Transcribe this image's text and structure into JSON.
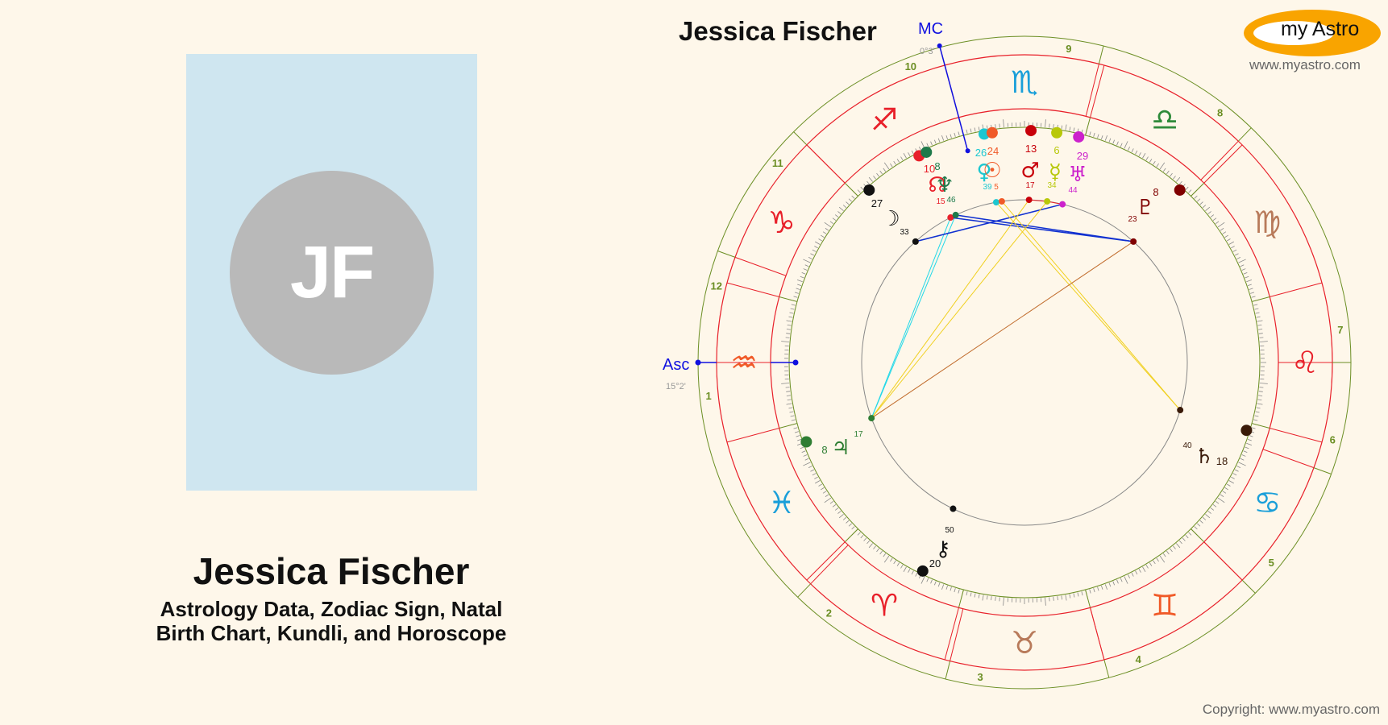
{
  "profile": {
    "initials": "JF",
    "name": "Jessica Fischer",
    "subtitle_line1": "Astrology Data, Zodiac Sign, Natal",
    "subtitle_line2": "Birth Chart, Kundli, and Horoscope",
    "avatar_bg": "#cfe6f0",
    "avatar_circle": "#b9b9b9"
  },
  "header": {
    "chart_title": "Jessica Fischer",
    "logo_text": "my Astro",
    "logo_url": "www.myastro.com",
    "logo_color": "#f9a400"
  },
  "footer": {
    "copyright": "Copyright: www.myastro.com"
  },
  "chart_data": {
    "type": "radial-natal-chart",
    "title": "Jessica Fischer",
    "center": [
      1271,
      450
    ],
    "radii": {
      "outer_house_ring": 405,
      "zodiac_outer": 382,
      "zodiac_inner": 315,
      "degree_ring": 292,
      "aspect_circle": 202
    },
    "angles": {
      "asc": {
        "label": "Asc",
        "position": "15°2'",
        "sign": "Aquarius",
        "screen_angle": 180
      },
      "mc": {
        "label": "MC",
        "position": "0°3'",
        "sign": "Sagittarius",
        "screen_angle": 105
      }
    },
    "signs": [
      {
        "name": "Aries",
        "glyph": "♈",
        "color": "#e8202a",
        "screen_angle": 240
      },
      {
        "name": "Taurus",
        "glyph": "♉",
        "color": "#b87a5a",
        "screen_angle": 270
      },
      {
        "name": "Gemini",
        "glyph": "♊",
        "color": "#f05a28",
        "screen_angle": 300
      },
      {
        "name": "Cancer",
        "glyph": "♋",
        "color": "#1a9fd9",
        "screen_angle": 330
      },
      {
        "name": "Leo",
        "glyph": "♌",
        "color": "#e8202a",
        "screen_angle": 0
      },
      {
        "name": "Virgo",
        "glyph": "♍",
        "color": "#b87a5a",
        "screen_angle": 30
      },
      {
        "name": "Libra",
        "glyph": "♎",
        "color": "#2e8b3a",
        "screen_angle": 60
      },
      {
        "name": "Scorpio",
        "glyph": "♏",
        "color": "#1a9fd9",
        "screen_angle": 90
      },
      {
        "name": "Sagittarius",
        "glyph": "♐",
        "color": "#e8202a",
        "screen_angle": 120
      },
      {
        "name": "Capricorn",
        "glyph": "♑",
        "color": "#e8202a",
        "screen_angle": 150
      },
      {
        "name": "Aquarius",
        "glyph": "♒",
        "color": "#f05a28",
        "screen_angle": 180
      },
      {
        "name": "Pisces",
        "glyph": "♓",
        "color": "#1a9fd9",
        "screen_angle": 210
      }
    ],
    "houses": [
      {
        "number": "1",
        "cusp_angle": 180
      },
      {
        "number": "2",
        "cusp_angle": 226
      },
      {
        "number": "3",
        "cusp_angle": 256
      },
      {
        "number": "4",
        "cusp_angle": 285
      },
      {
        "number": "5",
        "cusp_angle": 315
      },
      {
        "number": "6",
        "cusp_angle": 340
      },
      {
        "number": "7",
        "cusp_angle": 0
      },
      {
        "number": "8",
        "cusp_angle": 46
      },
      {
        "number": "9",
        "cusp_angle": 76
      },
      {
        "number": "10",
        "cusp_angle": 105
      },
      {
        "number": "11",
        "cusp_angle": 135
      },
      {
        "number": "12",
        "cusp_angle": 160
      }
    ],
    "planets": [
      {
        "name": "Moon",
        "glyph": "☽",
        "degree": "27",
        "minutes": "33",
        "color": "#111111",
        "dot_angle": 132,
        "glyph_pos": [
          1105,
          270
        ],
        "deg_pos": [
          1088,
          252
        ],
        "min_pos": [
          1122,
          287
        ]
      },
      {
        "name": "North Node",
        "glyph": "☊",
        "degree": "10",
        "minutes": "15",
        "color": "#e8202a",
        "dot_angle": 117,
        "glyph_pos": [
          1163,
          228
        ],
        "deg_pos": [
          1153,
          209
        ],
        "min_pos": [
          1167,
          249
        ]
      },
      {
        "name": "Neptune",
        "glyph": "♆",
        "degree": "8",
        "minutes": "46",
        "color": "#1e7a4a",
        "dot_angle": 115,
        "glyph_pos": [
          1172,
          228
        ],
        "deg_pos": [
          1163,
          206
        ],
        "min_pos": [
          1180,
          247
        ]
      },
      {
        "name": "Venus",
        "glyph": "♀",
        "degree": "26",
        "minutes": "39",
        "color": "#1cc7d0",
        "dot_angle": 100,
        "glyph_pos": [
          1221,
          212
        ],
        "deg_pos": [
          1217,
          189
        ],
        "min_pos": [
          1225,
          231
        ]
      },
      {
        "name": "Sun",
        "glyph": "☉",
        "degree": "24",
        "minutes": "5",
        "color": "#f05a28",
        "dot_angle": 98,
        "glyph_pos": [
          1231,
          210
        ],
        "deg_pos": [
          1232,
          187
        ],
        "min_pos": [
          1236,
          231
        ]
      },
      {
        "name": "Mars",
        "glyph": "♂",
        "degree": "13",
        "minutes": "17",
        "color": "#c8000a",
        "dot_angle": 88.4,
        "glyph_pos": [
          1278,
          210
        ],
        "deg_pos": [
          1279,
          184
        ],
        "min_pos": [
          1278,
          229
        ]
      },
      {
        "name": "Mercury",
        "glyph": "☿",
        "degree": "6",
        "minutes": "34",
        "color": "#b8c80a",
        "dot_angle": 82,
        "glyph_pos": [
          1309,
          212
        ],
        "deg_pos": [
          1311,
          186
        ],
        "min_pos": [
          1305,
          229
        ]
      },
      {
        "name": "Uranus",
        "glyph": "♅",
        "degree": "29",
        "minutes": "44",
        "color": "#cc22cc",
        "dot_angle": 76.5,
        "glyph_pos": [
          1337,
          215
        ],
        "deg_pos": [
          1343,
          193
        ],
        "min_pos": [
          1331,
          235
        ]
      },
      {
        "name": "Pluto",
        "glyph": "♇",
        "degree": "8",
        "minutes": "23",
        "color": "#800000",
        "dot_angle": 48,
        "glyph_pos": [
          1421,
          256
        ],
        "deg_pos": [
          1434,
          238
        ],
        "min_pos": [
          1405,
          271
        ]
      },
      {
        "name": "Saturn",
        "glyph": "♄",
        "degree": "18",
        "minutes": "40",
        "color": "#3a1a08",
        "dot_angle": 343,
        "glyph_pos": [
          1494,
          565
        ],
        "deg_pos": [
          1516,
          572
        ],
        "min_pos": [
          1473,
          552
        ]
      },
      {
        "name": "Chiron",
        "glyph": "⚷",
        "degree": "20",
        "minutes": "50",
        "color": "#111111",
        "dot_angle": 244,
        "glyph_pos": [
          1170,
          680
        ],
        "deg_pos": [
          1160,
          699
        ],
        "min_pos": [
          1178,
          657
        ]
      },
      {
        "name": "Jupiter",
        "glyph": "♃",
        "degree": "8",
        "minutes": "17",
        "color": "#2e7d32",
        "dot_angle": 200,
        "glyph_pos": [
          1043,
          554
        ],
        "deg_pos": [
          1023,
          558
        ],
        "min_pos": [
          1065,
          538
        ]
      }
    ],
    "aspects": [
      {
        "from": "North Node",
        "to": "Jupiter",
        "type": "square",
        "color": "#22d8e8"
      },
      {
        "from": "Neptune",
        "to": "Jupiter",
        "type": "square",
        "color": "#22d8e8"
      },
      {
        "from": "Moon",
        "to": "Uranus",
        "type": "sextile",
        "color": "#1030d0"
      },
      {
        "from": "North Node",
        "to": "Pluto",
        "type": "sextile",
        "color": "#1030d0"
      },
      {
        "from": "Neptune",
        "to": "Pluto",
        "type": "sextile",
        "color": "#1030d0"
      },
      {
        "from": "Mars",
        "to": "Jupiter",
        "type": "trine",
        "color": "#f0d020"
      },
      {
        "from": "Mercury",
        "to": "Jupiter",
        "type": "trine",
        "color": "#f0d020"
      },
      {
        "from": "Venus",
        "to": "Saturn",
        "type": "trine",
        "color": "#f0d020"
      },
      {
        "from": "Sun",
        "to": "Saturn",
        "type": "trine",
        "color": "#f0d020"
      },
      {
        "from": "Pluto",
        "to": "Jupiter",
        "type": "quincunx",
        "color": "#c06a2a"
      },
      {
        "from": "Mars",
        "to": "Mercury",
        "type": "conjunction",
        "color": "#e8202a"
      },
      {
        "from": "Mercury",
        "to": "Uranus",
        "type": "conjunction",
        "color": "#e8202a"
      }
    ]
  }
}
